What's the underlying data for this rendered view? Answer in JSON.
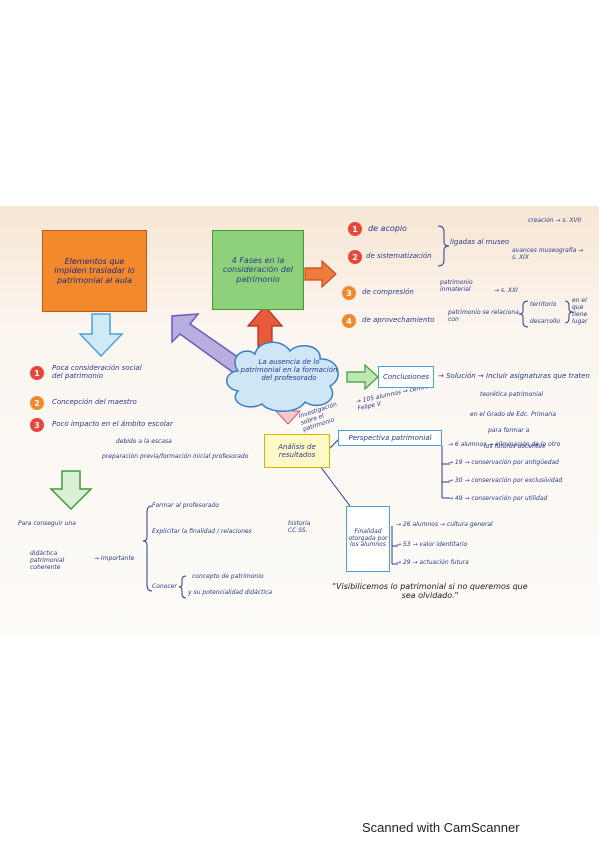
{
  "elements_box": "Elementos que impiden trasladar lo patrimonial al aula",
  "fases_box": "4 Fases en la consideración del patrimonio",
  "central": "La ausencia de lo patrimonial en la formación del profesorado",
  "fases": [
    {
      "num": "1",
      "text": "de acopio"
    },
    {
      "num": "2",
      "text": "de sistematización"
    },
    {
      "num": "3",
      "text": "de compresión"
    },
    {
      "num": "4",
      "text": "de aprovechamiento"
    }
  ],
  "ligadas": "ligadas al museo",
  "creacion": "creación → s. XVII",
  "avances": "avances museografía → s. XIX",
  "patrimonio_inmaterial": "patrimonio inmaterial",
  "sxxi": "→ s. XXI",
  "patrimonio_se_relaciona": "patrimonio se relaciona con",
  "territorio": "territorio",
  "desarrollo": "desarrollo",
  "en_el_que": "en el que tiene lugar",
  "elementos_list": [
    {
      "num": "1",
      "text": "Poca consideración social del patrimonio"
    },
    {
      "num": "2",
      "text": "Concepción del maestro"
    },
    {
      "num": "3",
      "text": "Poco impacto en el ámbito escolar"
    }
  ],
  "debido": "debido a la escasa",
  "preparacion": "preparación previa/formación inicial profesorado",
  "para_conseguir": "Para conseguir una",
  "didactica": "didáctica patrimonial coherente",
  "importante": "→ Importante",
  "formar": "Formar al profesorado",
  "explicitar": "Explicitar la finalidad / relaciones",
  "historia": "historia CC.SS.",
  "conocer": "Conocer",
  "concepto": "concepto de patrimonio",
  "potencialidad": "y su potencialidad didáctica",
  "investigacion": "Investigación sobre el patrimonio",
  "alumnos_105": "→ 105 alumnos → centro Felipe V",
  "analisis": "Análisis de resultados",
  "conclusiones": "Conclusiones",
  "solucion": "→ Solución → Incluir asignaturas que traten",
  "teoria": "teorética patrimonial",
  "grado": "en el Grado de Edc. Primaria",
  "para_formar": "para formar a",
  "futuros": "los futuros docentes",
  "perspectiva": "Perspectiva patrimonial",
  "perspectiva_items": [
    "→ 6 alumnos → eliminación de lo otro",
    "→ 19 → conservación por antigüedad",
    "→ 30 → conservación por exclusividad",
    "→ 49 → conservación por utilidad"
  ],
  "finalidad": "Finalidad otorgada por los alumnos",
  "finalidad_items": [
    "→ 26 alumnos → cultura general",
    "→ 53 → valor identitario",
    "→ 29 → actuación futura"
  ],
  "cita": "\"Visibilicemos lo patrimonial si no queremos que sea olvidado.\"",
  "footer": "Scanned with CamScanner"
}
